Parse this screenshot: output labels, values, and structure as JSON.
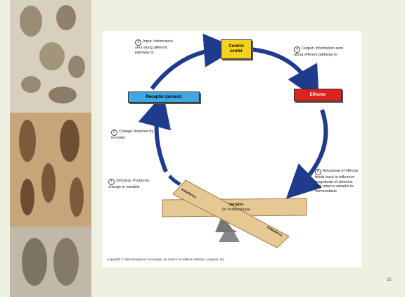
{
  "diagram": {
    "control_center": "Control\ncenter",
    "receptor": "Receptor (sensor)",
    "effector": "Effector",
    "step3": "Input: Information sent along afferent pathway to",
    "step4": "Output: Information sent along efferent pathway to",
    "step2": "Change detected by receptor",
    "step1": "Stimulus: Produces change in variable",
    "step5": "Response of effector feeds back to influence magnitude of stimulus and returns variable to homeostasis",
    "n1": "1",
    "n2": "2",
    "n3": "3",
    "n4": "4",
    "n5": "5",
    "variable": "Variable",
    "homeostasis": "(in homeostasis)",
    "imbalance_left": "Imbalance",
    "imbalance_right": "Imbalance",
    "copyright": "Copyright © 2004 Benjamin Cummings, an imprint of Addison Wesley Longman, Inc."
  },
  "slide": {
    "page_number": "32"
  },
  "colors": {
    "control_center": "#f5d21c",
    "receptor": "#3fa8e0",
    "effector": "#d9241f",
    "arrow": "#1f3c8c",
    "seesaw": "#e6c893"
  }
}
